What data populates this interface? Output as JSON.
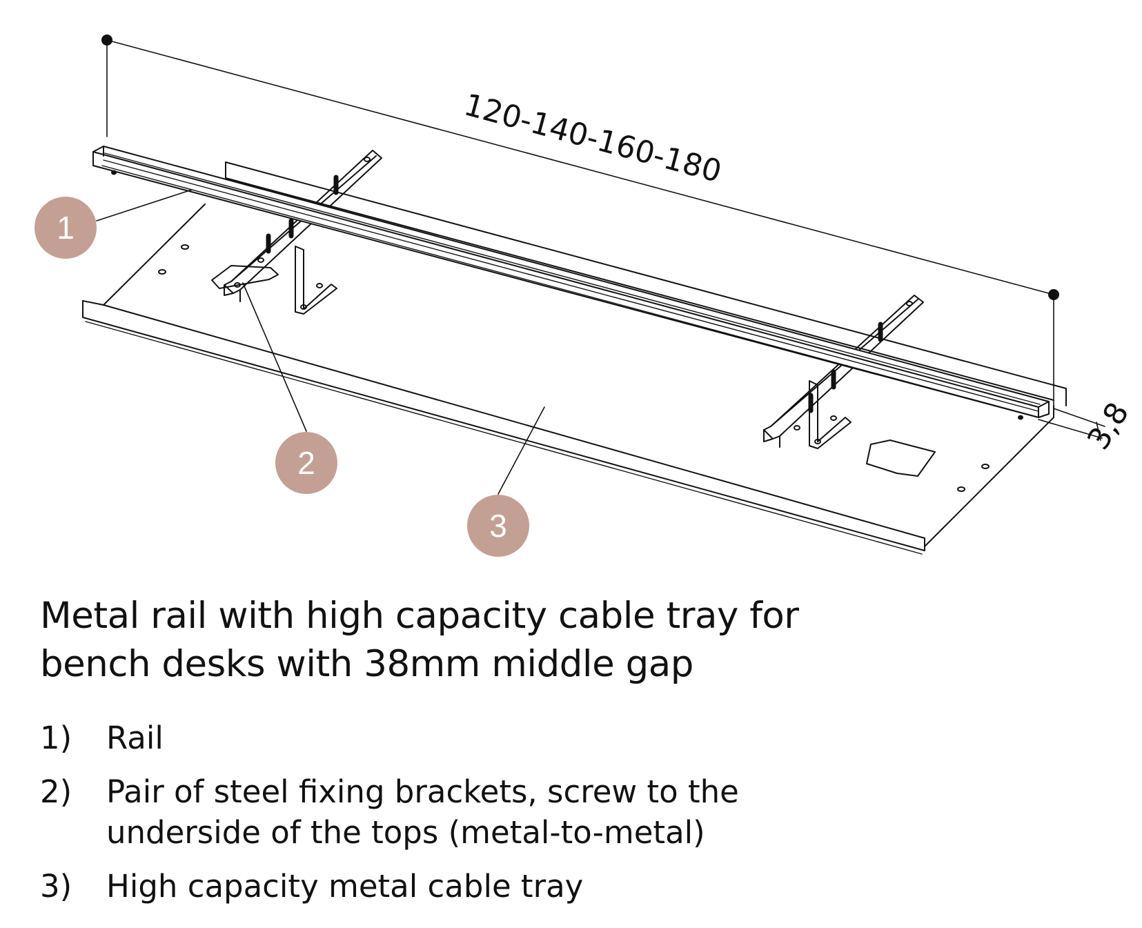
{
  "diagram": {
    "dimension_length": "120-140-160-180",
    "dimension_gap": "3,8",
    "callouts": [
      "1",
      "2",
      "3"
    ],
    "callout_color": "#c4a094"
  },
  "title": {
    "line1": "Metal rail with high capacity cable tray for",
    "line2": "bench desks with 38mm middle gap"
  },
  "parts": [
    {
      "num": "1)",
      "lines": [
        "Rail"
      ]
    },
    {
      "num": "2)",
      "lines": [
        "Pair of steel fixing brackets, screw to the",
        "underside of the tops (metal-to-metal)"
      ]
    },
    {
      "num": "3)",
      "lines": [
        "High capacity metal cable tray"
      ]
    }
  ]
}
